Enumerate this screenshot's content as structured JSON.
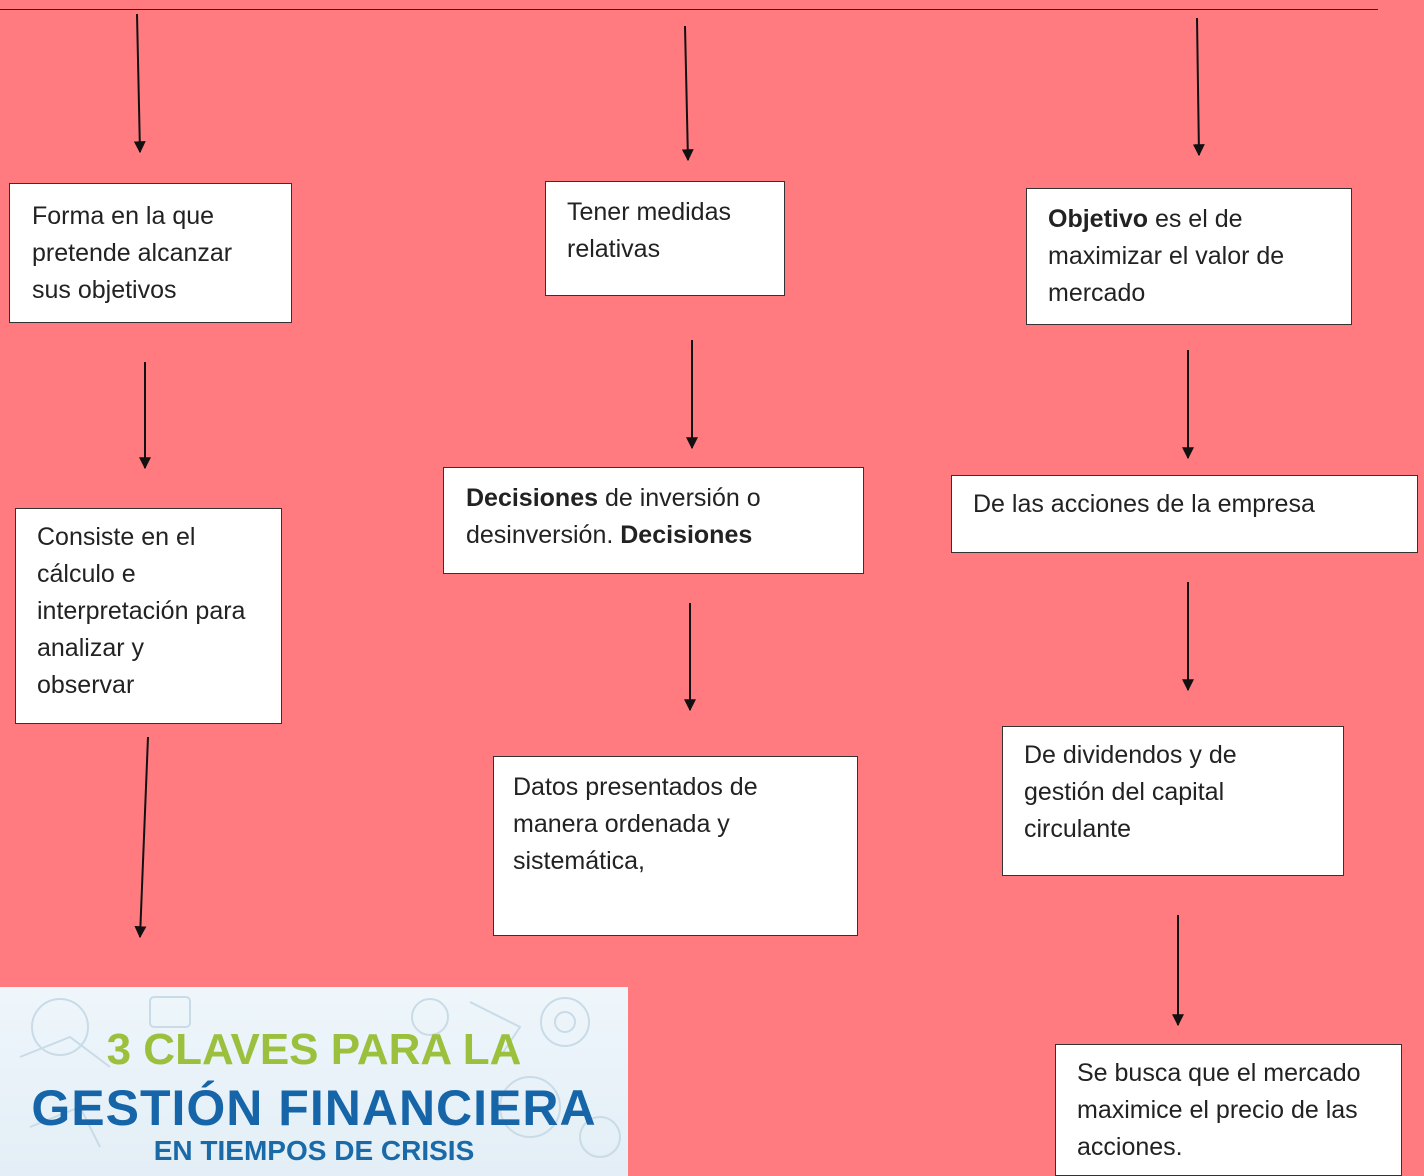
{
  "column_left": {
    "box1": "Forma en la que pretende alcanzar sus objetivos",
    "box2": "Consiste en el cálculo e interpretación para analizar y observar"
  },
  "column_middle": {
    "box1": "Tener medidas relativas",
    "box2_bold_a": "Decisiones",
    "box2_text_a": " de inversión o desinversión. ",
    "box2_bold_b": "Decisiones",
    "box3": "Datos presentados de manera ordenada y sistemática,"
  },
  "column_right": {
    "box1_bold": "Objetivo",
    "box1_text": " es el de maximizar el valor de mercado",
    "box2": "De las acciones de la empresa",
    "box3": "De dividendos y de gestión del capital circulante",
    "box4": "Se busca que el mercado maximice el precio de las acciones."
  },
  "banner": {
    "line1": "3 CLAVES PARA LA",
    "line2": "GESTIÓN FINANCIERA",
    "line3": "EN TIEMPOS DE CRISIS"
  },
  "colors": {
    "background": "#ff7b80",
    "banner_green": "#9bc03d",
    "banner_blue": "#1565a8"
  }
}
